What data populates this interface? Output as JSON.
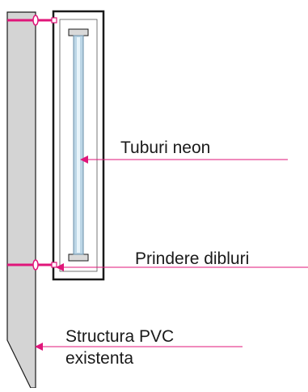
{
  "labels": {
    "neon_tubes": "Tuburi neon",
    "dowel_fixing": "Prindere dibluri",
    "pvc_structure_line1": "Structura PVC",
    "pvc_structure_line2": "existenta"
  },
  "colors": {
    "arrow": "#e0167a",
    "wall_fill": "#d4d4d4",
    "outline": "#1a1a1a",
    "tube_glass": "#bcd6e6",
    "tube_core": "#e8f4fa",
    "end_cap": "#d9d9d9"
  }
}
